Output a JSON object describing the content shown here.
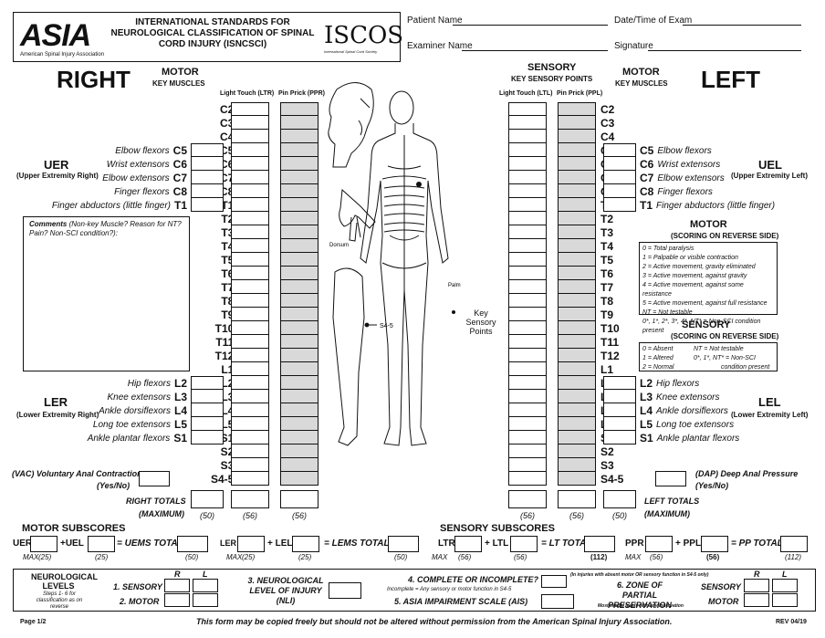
{
  "header": {
    "logo": "ASIA",
    "logo_sub": "American Spinal Injury Association",
    "title": "INTERNATIONAL STANDARDS FOR NEUROLOGICAL CLASSIFICATION OF SPINAL CORD INJURY (ISNCSCI)",
    "iscos": "ISCOS",
    "iscos_sub": "International Spinal Cord Society",
    "patient_name": "Patient Name",
    "date_time": "Date/Time of Exam",
    "examiner_name": "Examiner Name",
    "signature": "Signature"
  },
  "right": {
    "heading": "RIGHT",
    "motor": "MOTOR",
    "key_muscles": "KEY MUSCLES",
    "light_touch": "Light Touch (LTR)",
    "pin_prick": "Pin Prick (PPR)",
    "uer": "UER",
    "uer_sub": "(Upper Extremity Right)",
    "ler": "LER",
    "ler_sub": "(Lower Extremity Right)",
    "totals": "RIGHT TOTALS",
    "maximum": "(MAXIMUM)",
    "max_motor": "(50)",
    "max_lt": "(56)",
    "max_pp": "(56)"
  },
  "left": {
    "heading": "LEFT",
    "motor": "MOTOR",
    "key_muscles": "KEY MUSCLES",
    "light_touch": "Light Touch (LTL)",
    "pin_prick": "Pin Prick (PPL)",
    "uel": "UEL",
    "uel_sub": "(Upper Extremity Left)",
    "lel": "LEL",
    "lel_sub": "(Lower Extremity Left)",
    "totals": "LEFT TOTALS",
    "maximum": "(MAXIMUM)",
    "max_motor": "(50)",
    "max_lt": "(56)",
    "max_pp": "(56)"
  },
  "sensory": {
    "title": "SENSORY",
    "sub": "KEY SENSORY POINTS"
  },
  "levels": [
    "C2",
    "C3",
    "C4",
    "C5",
    "C6",
    "C7",
    "C8",
    "T1",
    "T2",
    "T3",
    "T4",
    "T5",
    "T6",
    "T7",
    "T8",
    "T9",
    "T10",
    "T11",
    "T12",
    "L1",
    "L2",
    "L3",
    "L4",
    "L5",
    "S1",
    "S2",
    "S3",
    "S4-5"
  ],
  "upper_muscles": [
    {
      "c": "C5",
      "n": "Elbow flexors"
    },
    {
      "c": "C6",
      "n": "Wrist extensors"
    },
    {
      "c": "C7",
      "n": "Elbow extensors"
    },
    {
      "c": "C8",
      "n": "Finger flexors"
    },
    {
      "c": "T1",
      "n": "Finger abductors (little finger)"
    }
  ],
  "lower_muscles": [
    {
      "c": "L2",
      "n": "Hip flexors"
    },
    {
      "c": "L3",
      "n": "Knee extensors"
    },
    {
      "c": "L4",
      "n": "Ankle dorsiflexors"
    },
    {
      "c": "L5",
      "n": "Long toe extensors"
    },
    {
      "c": "S1",
      "n": "Ankle plantar flexors"
    }
  ],
  "comments": {
    "label": "Comments",
    "text": "(Non-key Muscle? Reason for NT? Pain? Non-SCI condition?):"
  },
  "vac": {
    "label": "(VAC) Voluntary Anal Contraction",
    "yn": "(Yes/No)"
  },
  "dap": {
    "label": "(DAP) Deep Anal Pressure",
    "yn": "(Yes/No)"
  },
  "motor_scale": {
    "title": "MOTOR",
    "sub": "(SCORING ON REVERSE SIDE)",
    "items": [
      "0 = Total paralysis",
      "1 = Palpable or visible contraction",
      "2 = Active movement, gravity eliminated",
      "3 = Active movement, against gravity",
      "4 = Active movement, against some resistance",
      "5 = Active movement, against full resistance",
      "NT = Not testable",
      "0*, 1*, 2*, 3*, 4*, NT* = Non-SCI condition present"
    ]
  },
  "sensory_scale": {
    "title": "SENSORY",
    "sub": "(SCORING ON REVERSE SIDE)",
    "items": [
      "0 = Absent",
      "NT = Not testable",
      "1 = Altered",
      "0*, 1*, NT* = Non-SCI",
      "2 = Normal",
      "condition present"
    ]
  },
  "body": {
    "key_points": "Key Sensory Points",
    "dorsum": "Dorsum",
    "palm": "Palm"
  },
  "subscores": {
    "motor": "MOTOR SUBSCORES",
    "uer": "UER",
    "uel": "+UEL",
    "uems": "= UEMS TOTAL",
    "ler": "LER",
    "lel": "+ LEL",
    "lems": "= LEMS TOTAL",
    "max": "MAX",
    "m25a": "(25)",
    "m25b": "(25)",
    "m50a": "(50)",
    "m25c": "(25)",
    "m25d": "(25)",
    "m50b": "(50)",
    "sensory": "SENSORY SUBSCORES",
    "ltr": "LTR",
    "ltl": "+ LTL",
    "lt": "= LT TOTAL",
    "ppr": "PPR",
    "ppl": "+ PPL",
    "pp": "= PP TOTAL",
    "s56a": "(56)",
    "s56b": "(56)",
    "s112a": "(112)",
    "s56c": "(56)",
    "s56d": "(56)",
    "s112b": "(112)"
  },
  "bottom": {
    "nl": "NEUROLOGICAL LEVELS",
    "nl_sub": "Steps 1- 6 for classification as on reverse",
    "r": "R",
    "l": "L",
    "sens": "1. SENSORY",
    "mot": "2. MOTOR",
    "nli": "3. NEUROLOGICAL LEVEL OF INJURY (NLI)",
    "complete": "4. COMPLETE OR INCOMPLETE?",
    "complete_sub": "Incomplete = Any sensory or motor function in S4-5",
    "ais": "5. ASIA IMPAIRMENT SCALE (AIS)",
    "zpp_note": "(In injuries with absent motor OR sensory function in S4-5 only)",
    "zpp": "6. ZONE OF PARTIAL PRESERVATION",
    "zpp_sub": "Most caudal levels with any innervation",
    "zsens": "SENSORY",
    "zmot": "MOTOR"
  },
  "footer": {
    "page": "Page 1/2",
    "note": "This form may be copied freely but should not be altered without permission from the American Spinal Injury Association.",
    "rev": "REV 04/19"
  }
}
